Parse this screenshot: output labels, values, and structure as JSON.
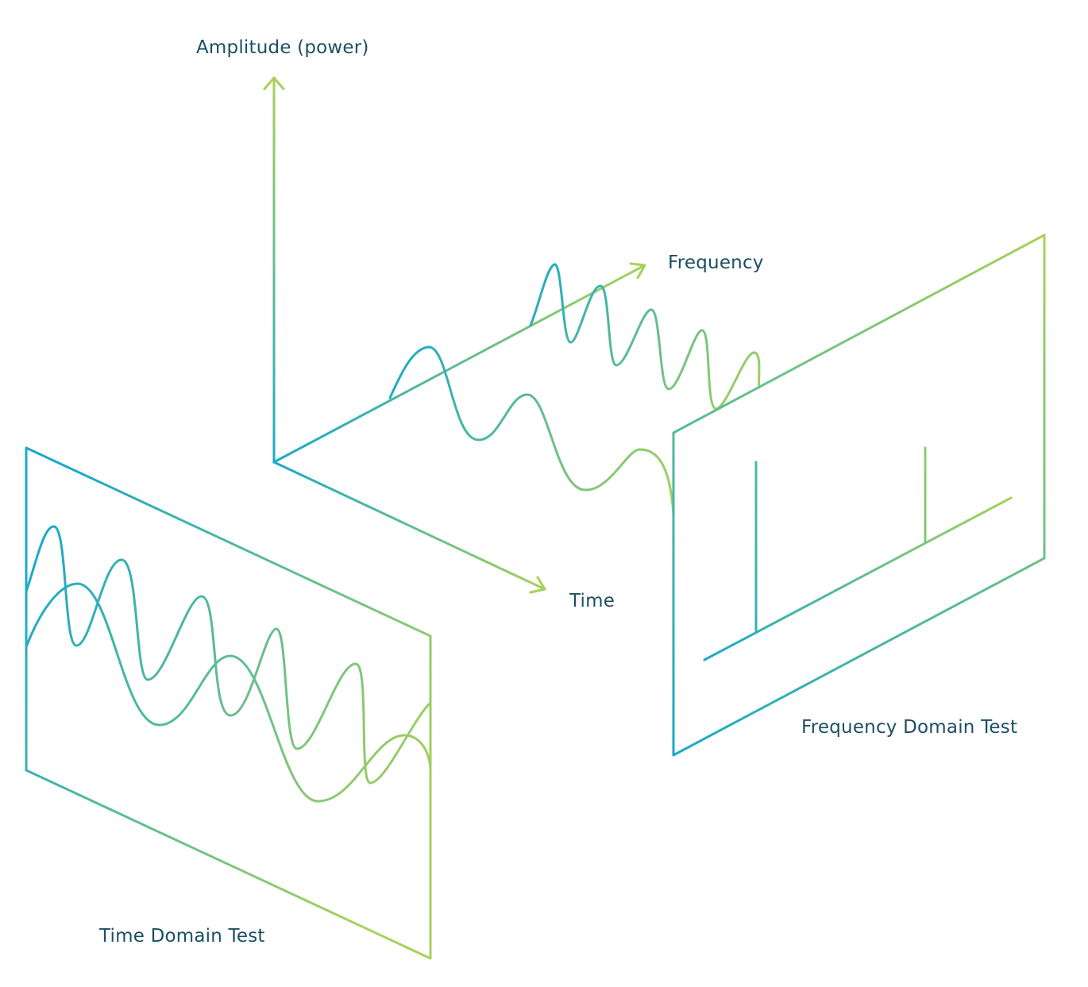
{
  "labels": {
    "amplitude_axis": "Amplitude (power)",
    "frequency_axis": "Frequency",
    "time_axis": "Time",
    "frequency_domain_panel": "Frequency Domain Test",
    "time_domain_panel": "Time Domain Test"
  },
  "colors": {
    "text": "#1b4f66",
    "gradient_start": "#19a9c9",
    "gradient_end": "#a8d15a"
  }
}
